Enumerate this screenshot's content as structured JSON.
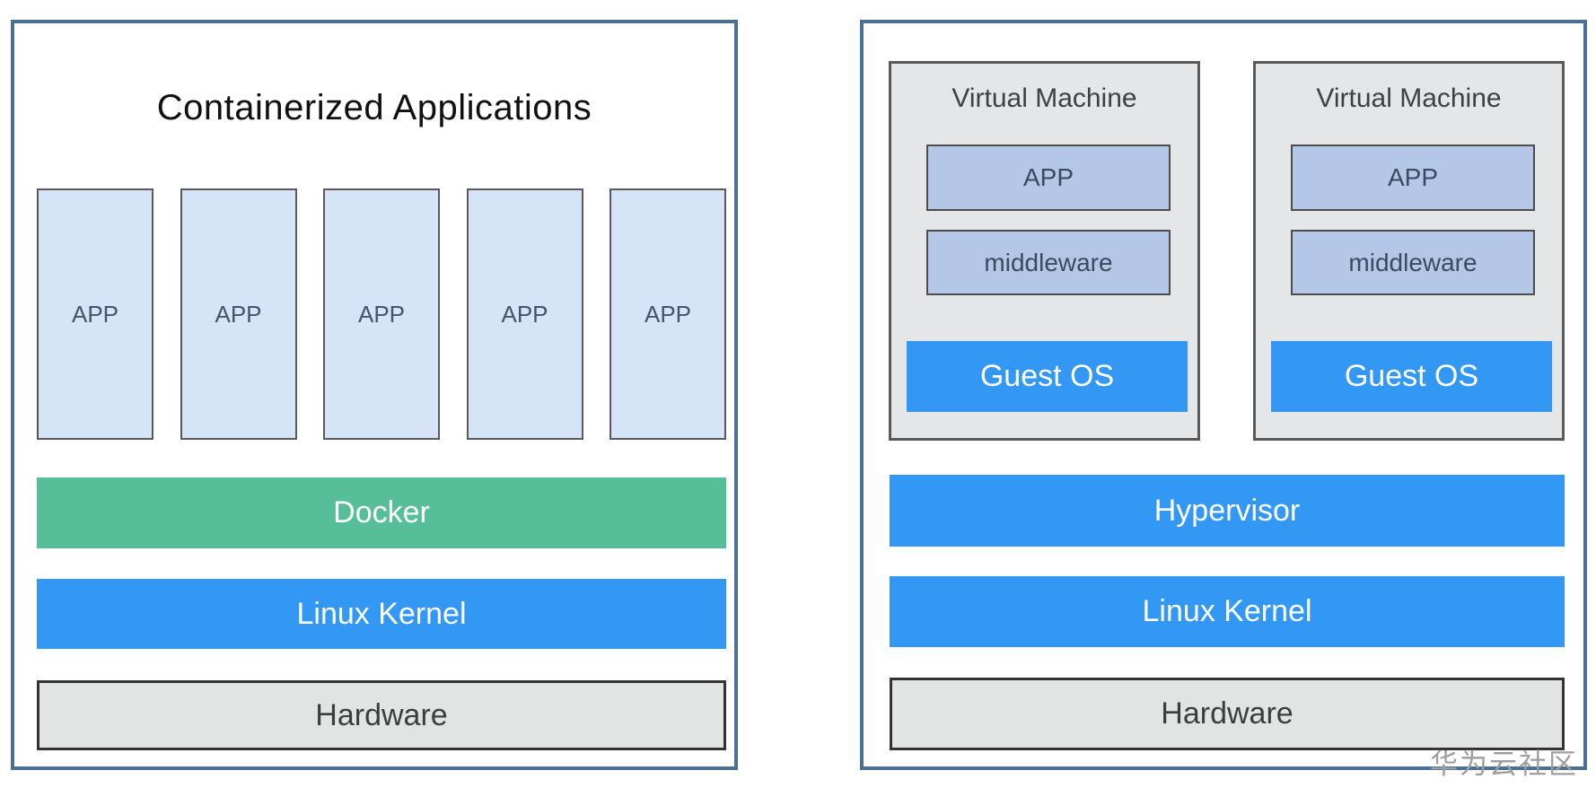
{
  "colors": {
    "panel_border": "#4a7194",
    "app_fill": "#d5e5f7",
    "app_border": "#595959",
    "app_text": "#44546a",
    "docker_green": "#56bf99",
    "bar_blue": "#3397f4",
    "bar_text": "#ffffff",
    "hardware_fill": "#e2e4e4",
    "hardware_border": "#333333",
    "dark_text": "#404040",
    "vm_fill": "#e4e6e7",
    "vm_inner_fill": "#b4c7e7",
    "watermark_color": "#9e9e9e"
  },
  "left_panel": {
    "title": "Containerized Applications",
    "apps": [
      "APP",
      "APP",
      "APP",
      "APP",
      "APP"
    ],
    "docker_label": "Docker",
    "kernel_label": "Linux Kernel",
    "hardware_label": "Hardware"
  },
  "right_panel": {
    "vms": [
      {
        "title": "Virtual Machine",
        "app_label": "APP",
        "middleware_label": "middleware",
        "guest_os_label": "Guest OS"
      },
      {
        "title": "Virtual Machine",
        "app_label": "APP",
        "middleware_label": "middleware",
        "guest_os_label": "Guest OS"
      }
    ],
    "hypervisor_label": "Hypervisor",
    "kernel_label": "Linux Kernel",
    "hardware_label": "Hardware"
  },
  "watermark": "华为云社区"
}
